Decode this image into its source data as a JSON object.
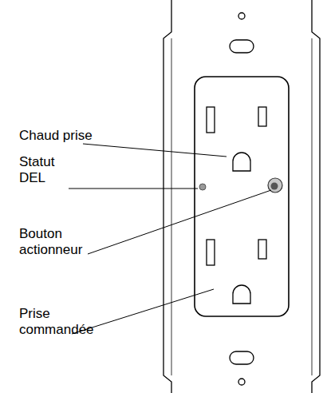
{
  "diagram": {
    "labels": [
      "Chaud prise",
      "Statut DEL",
      "Bouton actionneur",
      "Prise commandée"
    ]
  }
}
